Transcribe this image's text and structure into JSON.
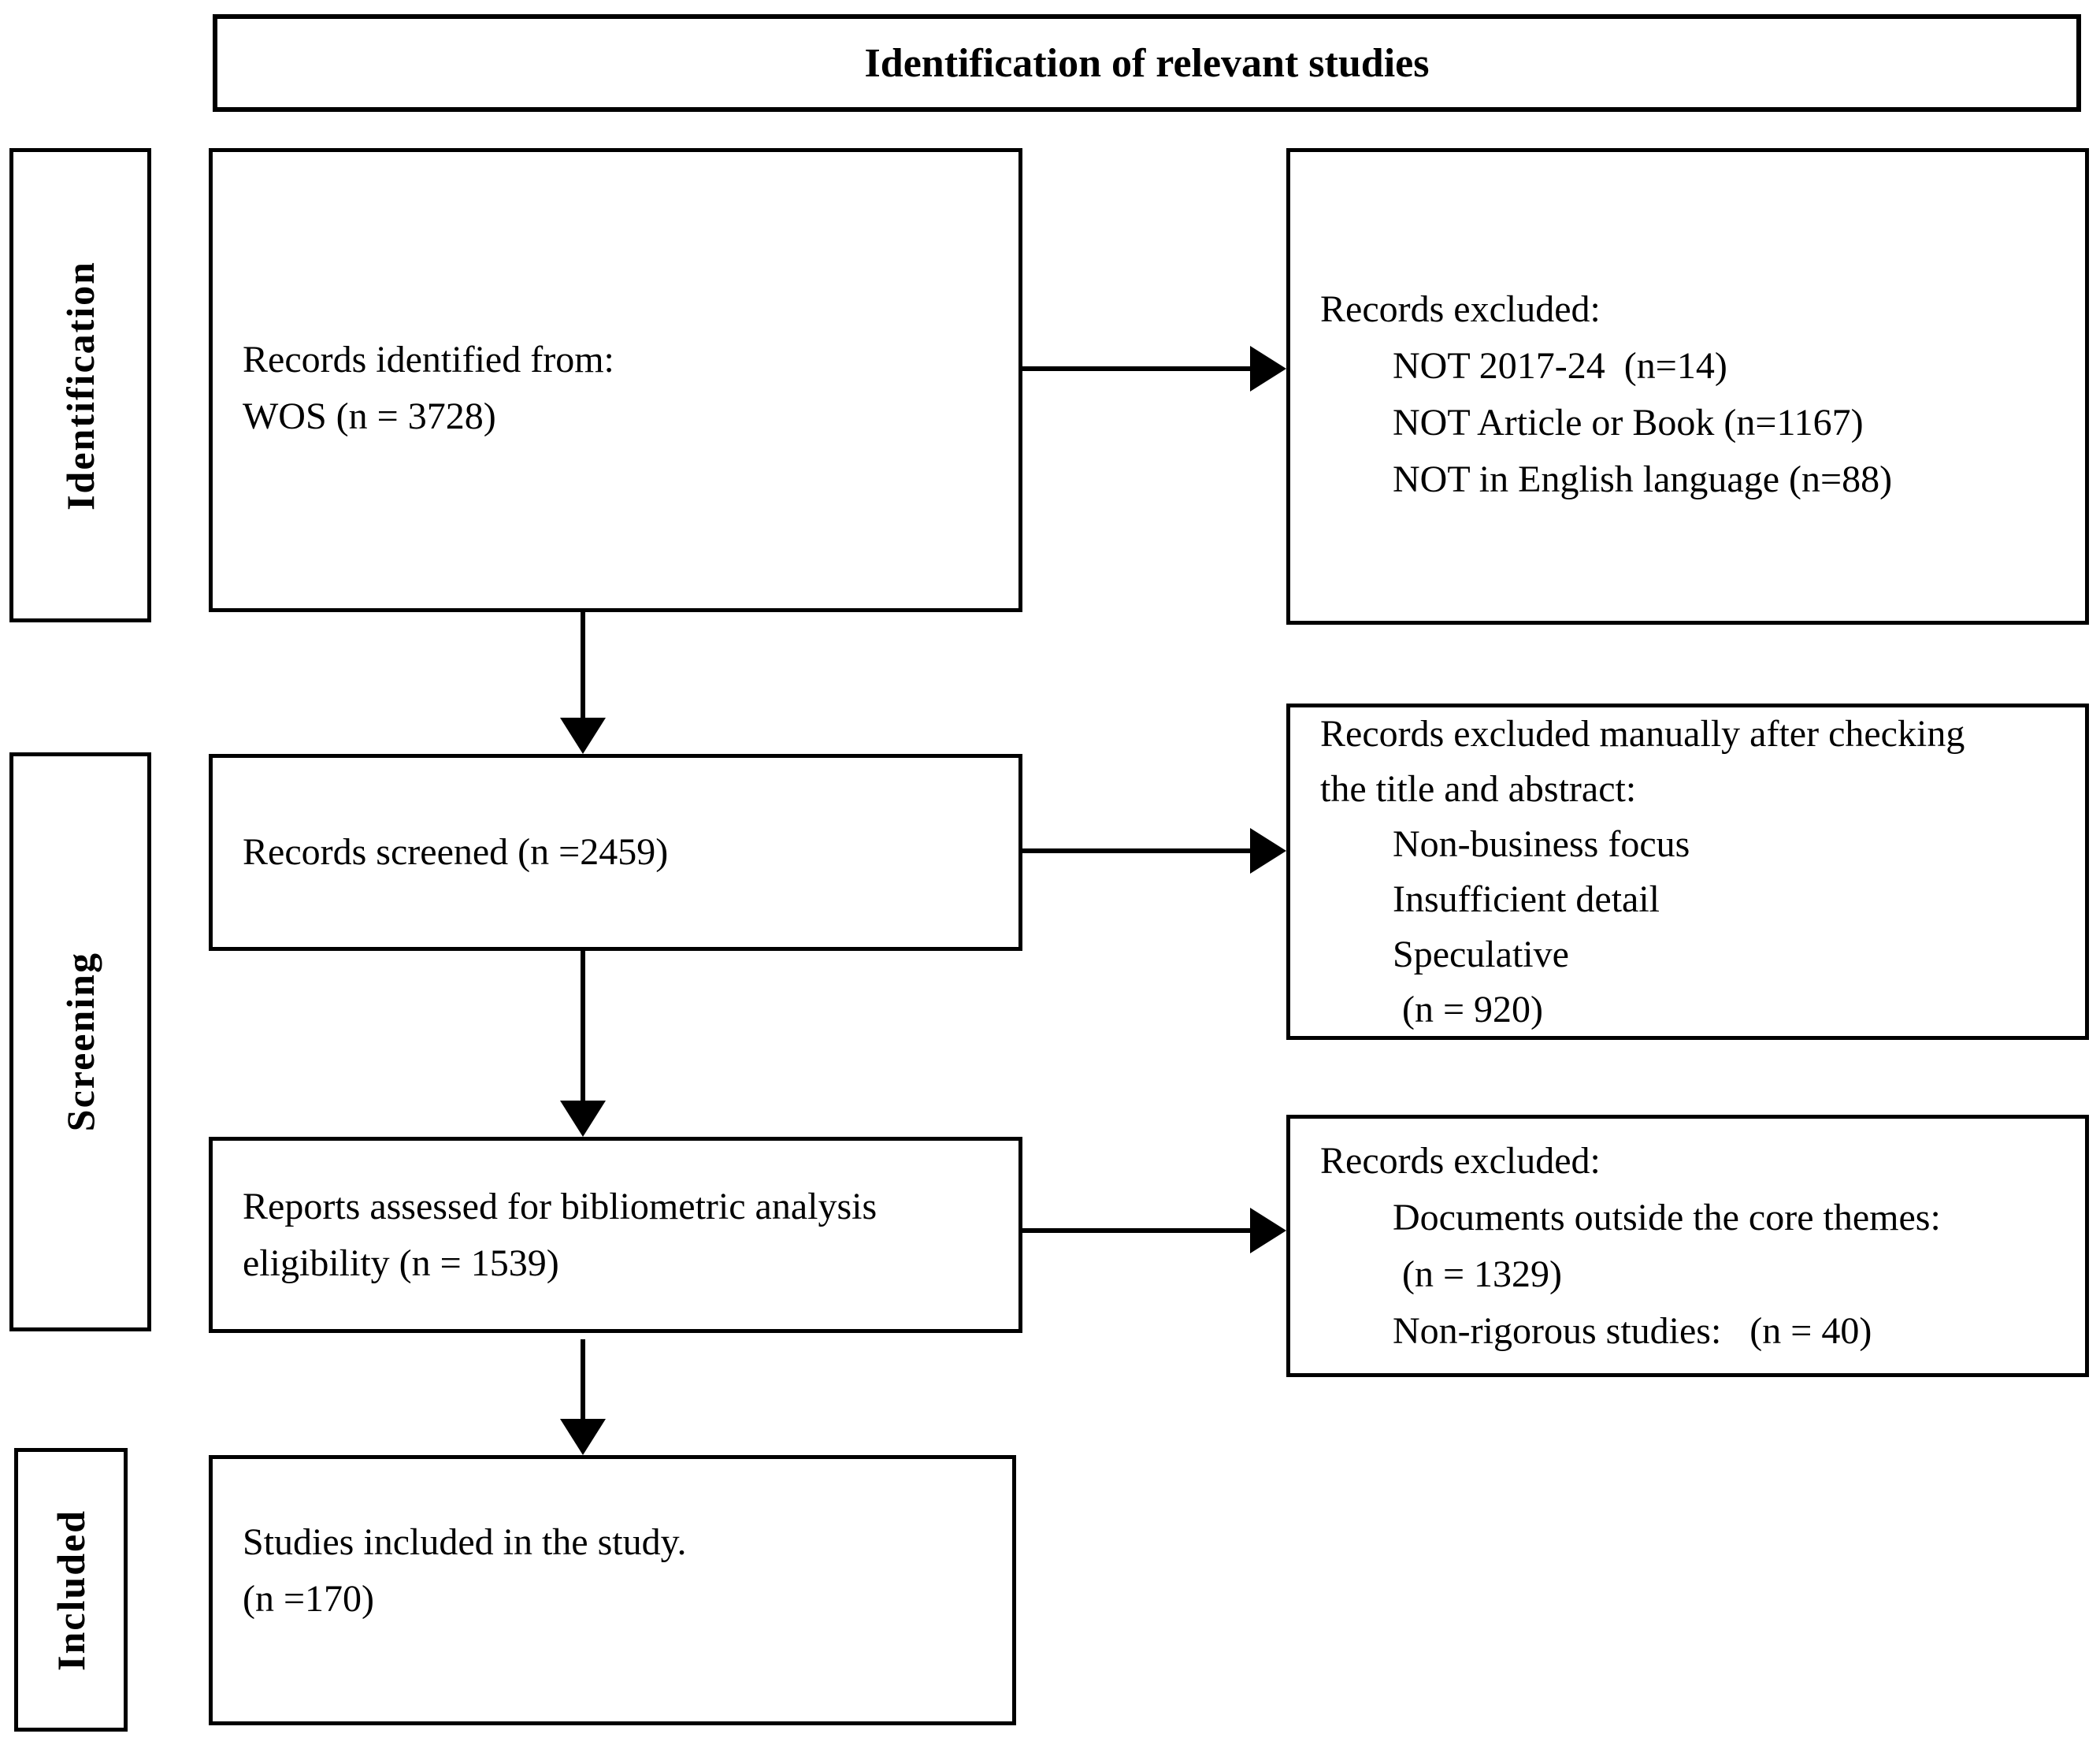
{
  "diagram": {
    "title": "Identification of relevant studies",
    "stages": {
      "identification": "Identification",
      "screening": "Screening",
      "included": "Included"
    },
    "boxes": {
      "records_identified": {
        "lines": [
          "Records identified from:",
          "WOS (n = 3728)"
        ]
      },
      "records_excluded_1": {
        "lines": [
          "Records excluded:",
          "NOT 2017-24  (n=14)",
          "NOT Article or Book (n=1167)",
          "NOT in English language (n=88)"
        ]
      },
      "records_screened": {
        "lines": [
          "Records screened (n =2459)"
        ]
      },
      "records_excluded_2": {
        "lines": [
          "Records excluded manually after checking",
          "the title and abstract:",
          "Non-business focus",
          "Insufficient detail",
          "Speculative",
          " (n = 920)"
        ]
      },
      "reports_assessed": {
        "lines": [
          "Reports assessed for bibliometric analysis",
          "eligibility (n = 1539)"
        ]
      },
      "records_excluded_3": {
        "lines": [
          "Records excluded:",
          "Documents outside the core themes:",
          " (n = 1329)",
          "Non-rigorous studies:   (n = 40)"
        ]
      },
      "studies_included": {
        "lines": [
          "Studies included in the study.",
          "(n =170)"
        ]
      }
    },
    "colors": {
      "line": "#000000",
      "background": "#ffffff"
    }
  }
}
